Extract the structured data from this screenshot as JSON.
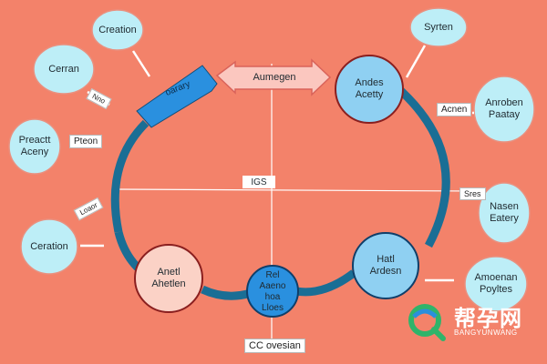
{
  "colors": {
    "background": "#f3826a",
    "ring": "#1a6e95",
    "bubble_fill": "#bdeef7",
    "bubble_stroke": "#e9907f",
    "blue_fill": "#2a90df",
    "light_blue_fill": "#8fd0f2",
    "salmon_fill": "#fbd2c6",
    "arrow_pink": "#fbc7bf"
  },
  "top_left_arrow": {
    "label": "oarary"
  },
  "top_arrow": {
    "label": "Aumegen"
  },
  "center": {
    "label": "IGS"
  },
  "nodes": {
    "top_right": {
      "line1": "Andes",
      "line2": "Acetty"
    },
    "bottom_left": {
      "line1": "Anetl",
      "line2": "Ahetlen"
    },
    "bottom_center": {
      "line1": "Rel",
      "line2": "Aaeno",
      "line3": "hoa",
      "line4": "Lloes"
    },
    "bottom_right": {
      "line1": "Hatl",
      "line2": "Ardesn"
    }
  },
  "outer_bubbles": {
    "creation": "Creation",
    "cerran": "Cerran",
    "preactt": {
      "line1": "Preactt",
      "line2": "Aceny"
    },
    "ceration": "Ceration",
    "syrten": "Syrten",
    "anroben": {
      "line1": "Anroben",
      "line2": "Paatay"
    },
    "nasen": {
      "line1": "Nasen",
      "line2": "Eatery"
    },
    "amoenan": {
      "line1": "Amoenan",
      "line2": "Poyltes"
    }
  },
  "tags": {
    "pteon": "Pteon",
    "acnen": "Acnen",
    "sres": "Sres",
    "bottom": "CC ovesian",
    "small_top_left": "Nno",
    "small_left": "Loaor"
  },
  "watermark": {
    "cn": "帮孕网",
    "en": "BANGYUNWANG",
    "icon": "magnifier-logo-icon"
  }
}
